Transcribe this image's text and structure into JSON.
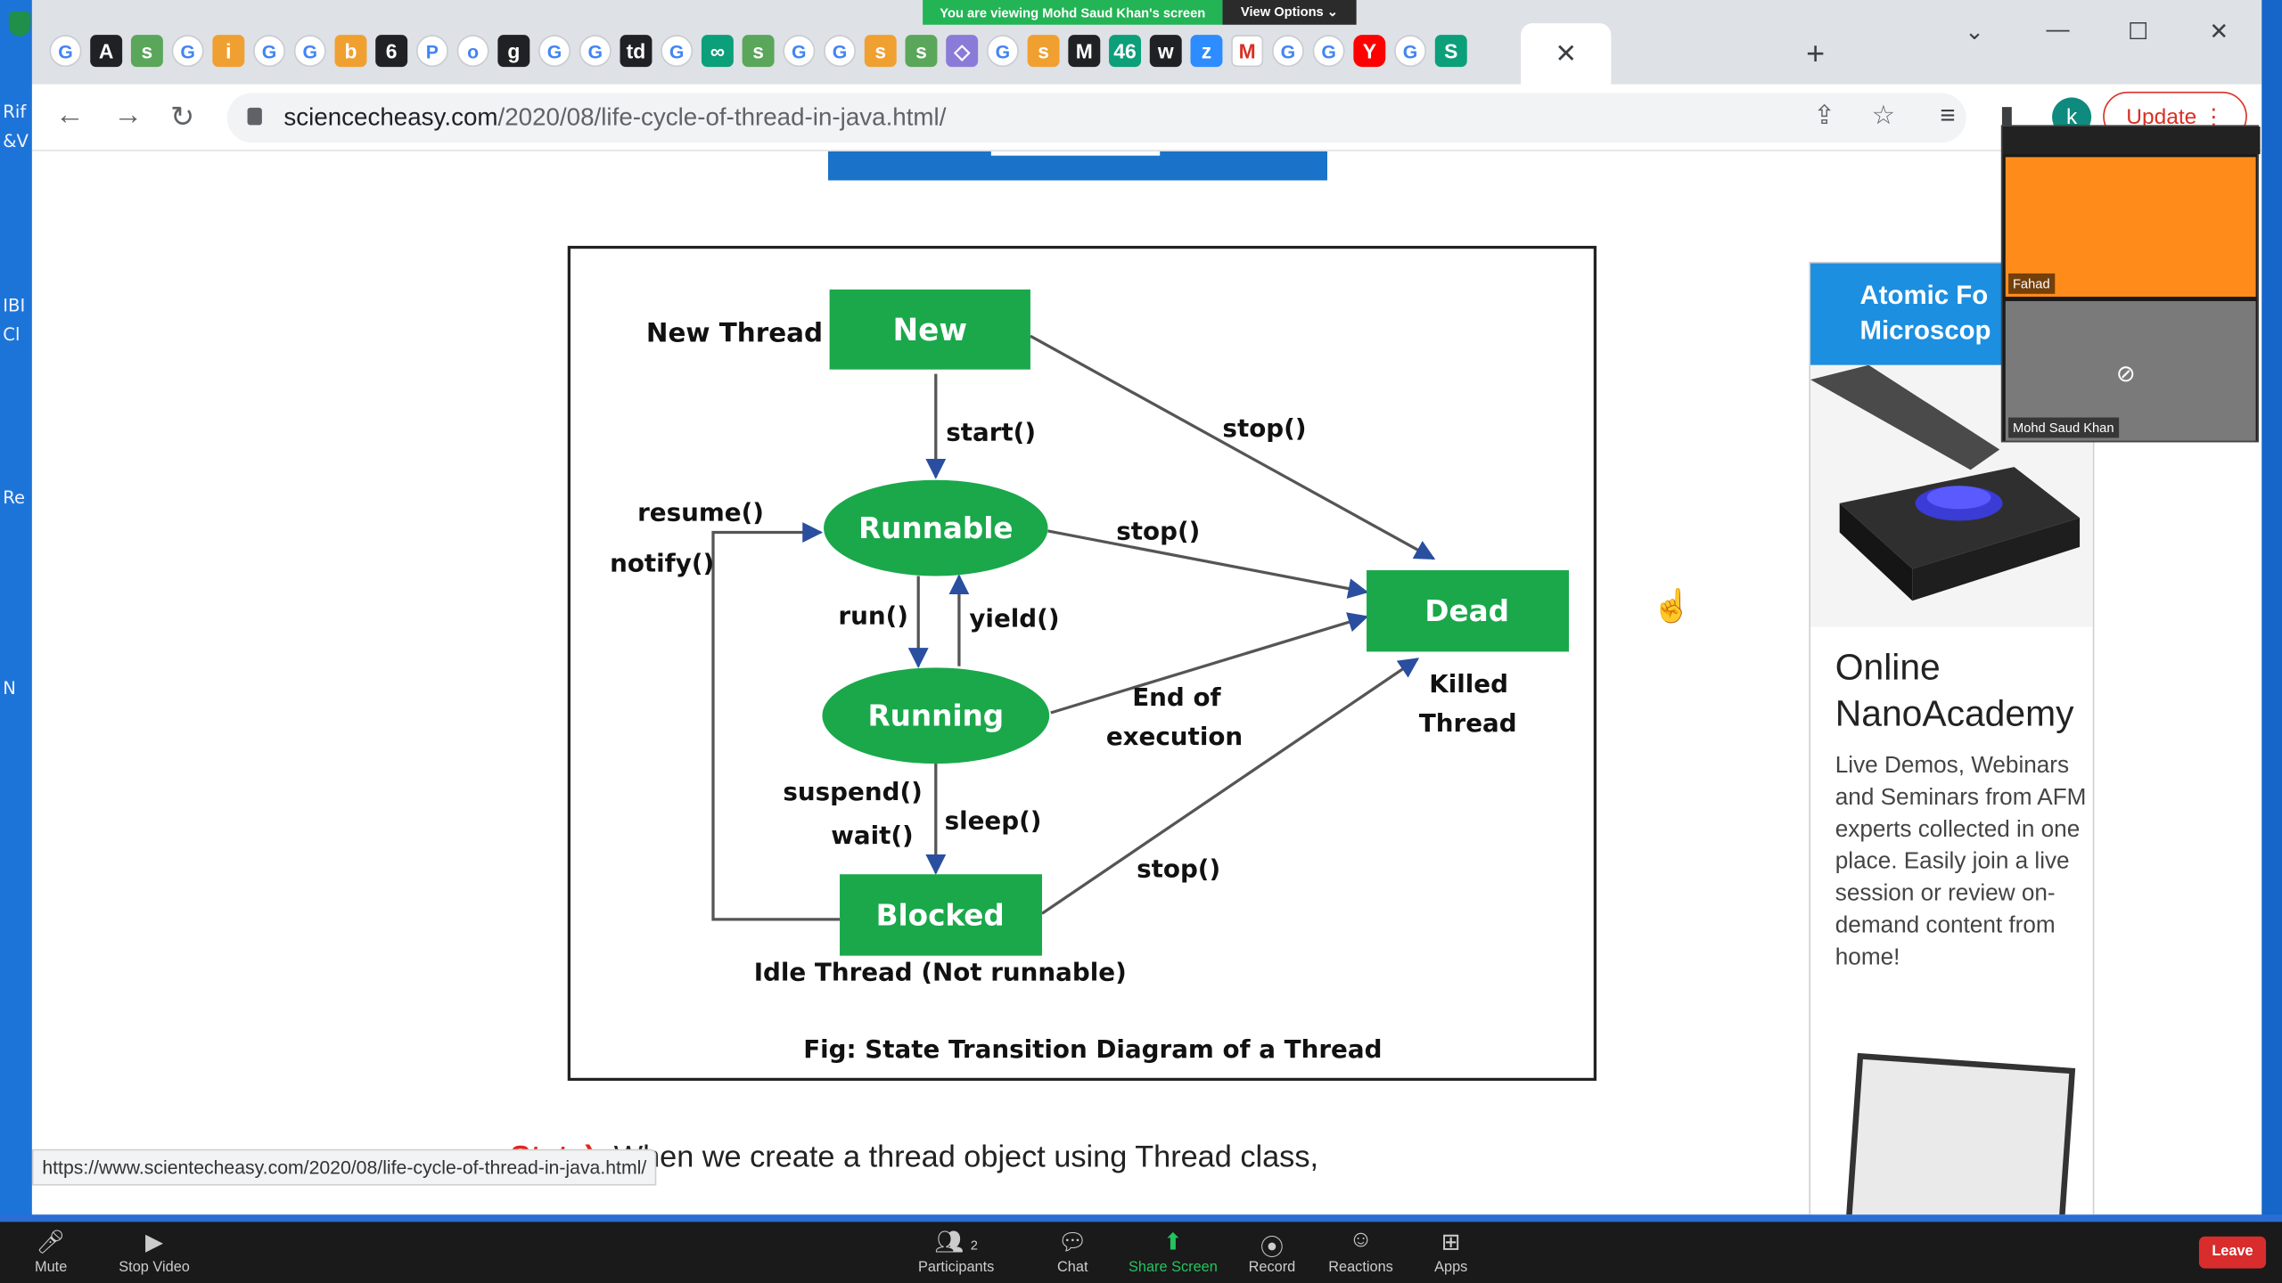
{
  "desktop": {
    "left_fragments": [
      "Rif",
      "&V",
      "IBI",
      "Cl",
      "Re",
      "N"
    ]
  },
  "browser": {
    "zoom_banner": {
      "viewing_text": "You are viewing Mohd Saud Khan's screen",
      "view_options_label": "View Options ⌄"
    },
    "tabs": {
      "favicons": [
        "G",
        "A",
        "s",
        "G",
        "i",
        "G",
        "G",
        "b",
        "6",
        "P",
        "o",
        "g",
        "G",
        "G",
        "td",
        "G",
        "∞",
        "s",
        "G",
        "G",
        "s",
        "s",
        "◇",
        "G",
        "s",
        "M",
        "46",
        "w",
        "z",
        "M",
        "G",
        "G",
        "Y",
        "G",
        "S"
      ],
      "new_tab_label": "+"
    },
    "toolbar": {
      "url_domain": "sciencecheasy.com",
      "url_path": "/2020/08/life-cycle-of-thread-in-java.html/",
      "profile_initial": "k",
      "update_label": "Update"
    },
    "status_url": "https://www.scientecheasy.com/2020/08/life-cycle-of-thread-in-java.html/"
  },
  "diagram": {
    "nodes": {
      "new": "New",
      "runnable": "Runnable",
      "running": "Running",
      "blocked": "Blocked",
      "dead": "Dead"
    },
    "labels": {
      "new_thread": "New Thread",
      "start": "start()",
      "stop_top": "stop()",
      "stop_mid": "stop()",
      "stop_bottom": "stop()",
      "resume": "resume()",
      "notify": "notify()",
      "run": "run()",
      "yield": "yield()",
      "end_of": "End of",
      "execution": "execution",
      "killed": "Killed",
      "thread": "Thread",
      "suspend": "suspend()",
      "wait": "wait()",
      "sleep": "sleep()",
      "idle": "Idle Thread (Not runnable)",
      "caption": "Fig: State Transition Diagram of a Thread"
    },
    "colors": {
      "node_fill": "#1aa84b",
      "arrow_head": "#2a4fa0",
      "line": "#555555"
    }
  },
  "ad": {
    "title_line1": "Atomic Fo",
    "title_line2": "Microscop",
    "heading": "Online NanoAcademy",
    "body": "Live Demos, Webinars and Seminars from AFM experts collected in one place. Easily join a live session or review on-demand content from home!"
  },
  "article": {
    "keyword": "n State):",
    "text": " When we create a thread object using Thread class,"
  },
  "video_panel": {
    "participant1": "Fahad",
    "participant2": "Mohd Saud Khan"
  },
  "zoom_controls": {
    "mute": "Mute",
    "stop_video": "Stop Video",
    "participants": "Participants",
    "participants_count": "2",
    "chat": "Chat",
    "share_screen": "Share Screen",
    "record": "Record",
    "reactions": "Reactions",
    "apps": "Apps",
    "leave": "Leave"
  }
}
